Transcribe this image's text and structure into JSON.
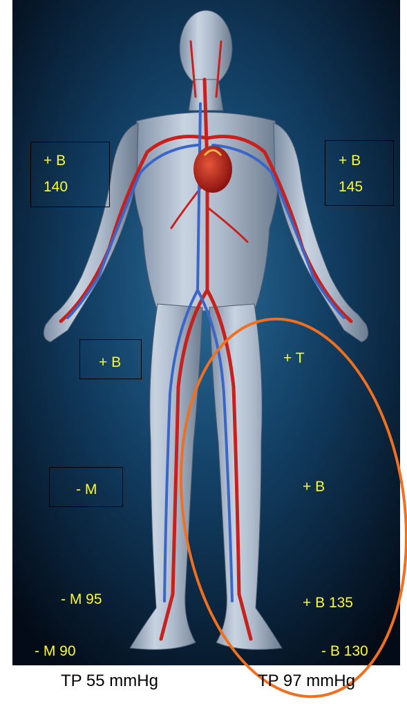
{
  "labels": {
    "upper_left": [
      "+ B",
      "140"
    ],
    "upper_right": [
      "+ B",
      "145"
    ],
    "thigh_left": "+ B",
    "thigh_right": "+ T",
    "knee_left": "- M",
    "shin_right": "+ B",
    "ankle_left": "- M 95",
    "ankle_right": "+ B 135",
    "foot_left": "- M 90",
    "foot_right": "- B 130"
  },
  "captions": {
    "left": "TP 55 mmHg",
    "right": "TP 97 mmHg"
  },
  "colors": {
    "label_text": "#ffff1e",
    "highlight_ellipse": "#f07020",
    "background_dark": "#04111f",
    "background_light": "#1f5a86",
    "artery": "#c8201c",
    "vein": "#3a66c8"
  }
}
